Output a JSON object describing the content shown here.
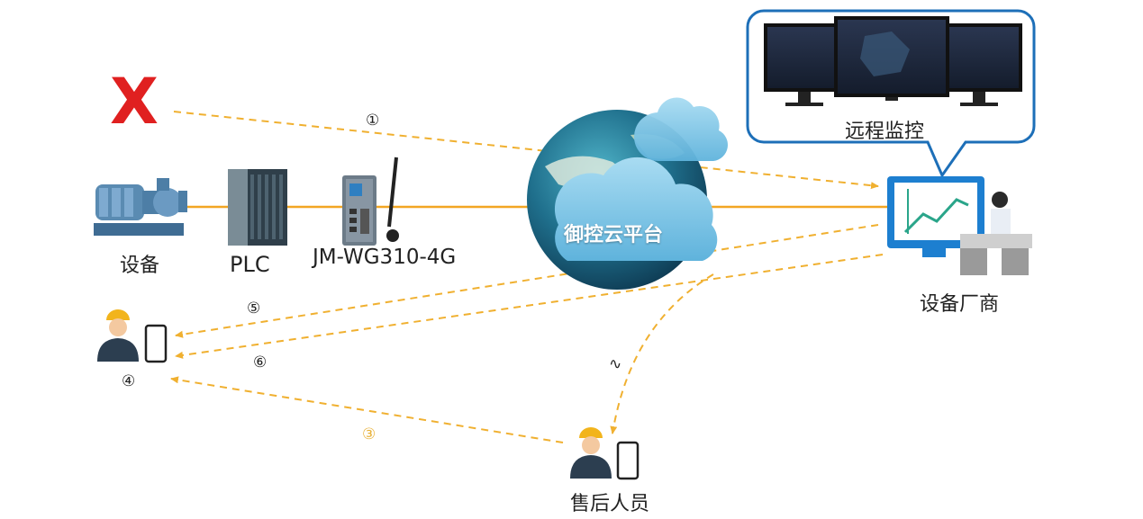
{
  "nodes": {
    "device": "设备",
    "plc": "PLC",
    "gateway": "JM-WG310-4G",
    "cloud": "御控云平台",
    "remote": "远程监控",
    "vendor": "设备厂商",
    "aftersales": "售后人员"
  },
  "steps": {
    "s1": "①",
    "s2": "∿",
    "s3": "③",
    "s4": "④",
    "s5": "⑤",
    "s6": "⑥"
  },
  "fault_mark": "X",
  "colors": {
    "flow_solid": "#f2a623",
    "flow_dashed": "#f0b030",
    "bubble_border": "#1d6fb8",
    "fault": "#e02020"
  }
}
